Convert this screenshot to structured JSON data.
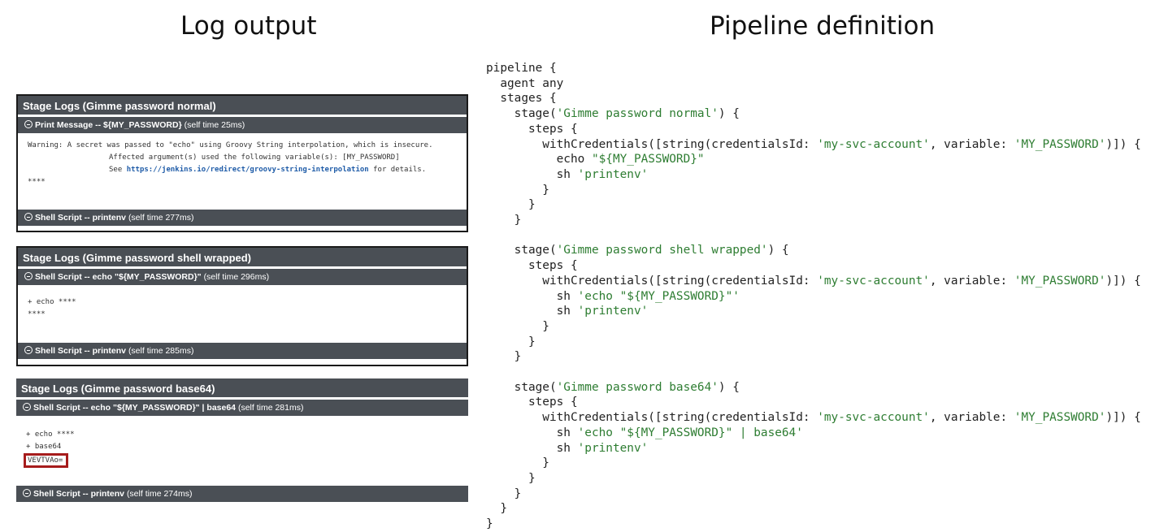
{
  "headings": {
    "left": "Log output",
    "right": "Pipeline definition"
  },
  "panels": [
    {
      "title": "Stage Logs (Gimme password normal)",
      "steps": [
        {
          "name": "Print Message -- ${MY_PASSWORD}",
          "time": "(self time 25ms)"
        },
        {
          "name": "Shell Script -- printenv",
          "time": "(self time 277ms)"
        }
      ],
      "log": {
        "warning": "Warning: A secret was passed to \"echo\" using Groovy String interpolation, which is insecure.",
        "affected": "Affected argument(s) used the following variable(s): [MY_PASSWORD]",
        "see_prefix": "See ",
        "link": "https://jenkins.io/redirect/groovy-string-interpolation",
        "see_suffix": " for details.",
        "masked": "****"
      }
    },
    {
      "title": "Stage Logs (Gimme password shell wrapped)",
      "steps": [
        {
          "name": "Shell Script -- echo \"${MY_PASSWORD}\"",
          "time": "(self time 296ms)"
        },
        {
          "name": "Shell Script -- printenv",
          "time": "(self time 285ms)"
        }
      ],
      "log": {
        "line1": "+ echo ****",
        "line2": "****"
      }
    },
    {
      "title": "Stage Logs (Gimme password base64)",
      "steps": [
        {
          "name": "Shell Script -- echo \"${MY_PASSWORD}\" | base64",
          "time": "(self time 281ms)"
        },
        {
          "name": "Shell Script -- printenv",
          "time": "(self time 274ms)"
        }
      ],
      "log": {
        "line1": "+ echo ****",
        "line2": "+ base64",
        "line3": "VEVTVAo="
      }
    }
  ],
  "code": {
    "l1": "pipeline {",
    "l2": "  agent any",
    "l3": "  stages {",
    "stage1": {
      "open": "    stage(",
      "name": "'Gimme password normal'",
      "close": ") {"
    },
    "steps_open": "      steps {",
    "wc": {
      "pre": "        withCredentials([string(credentialsId: ",
      "cred": "'my-svc-account'",
      "mid": ", variable: ",
      "var": "'MY_PASSWORD'",
      "post": ")]) {"
    },
    "s1_echo": {
      "pre": "          echo ",
      "str": "\"${MY_PASSWORD}\""
    },
    "sh_printenv": {
      "pre": "          sh ",
      "str": "'printenv'"
    },
    "close8": "        }",
    "close6": "      }",
    "close4": "    }",
    "stage2": {
      "open": "    stage(",
      "name": "'Gimme password shell wrapped'",
      "close": ") {"
    },
    "s2_sh": {
      "pre": "          sh ",
      "str": "'echo \"${MY_PASSWORD}\"'"
    },
    "stage3": {
      "open": "    stage(",
      "name": "'Gimme password base64'",
      "close": ") {"
    },
    "s3_sh": {
      "pre": "          sh ",
      "str": "'echo \"${MY_PASSWORD}\" | base64'"
    },
    "close2": "  }",
    "close0": "}"
  }
}
